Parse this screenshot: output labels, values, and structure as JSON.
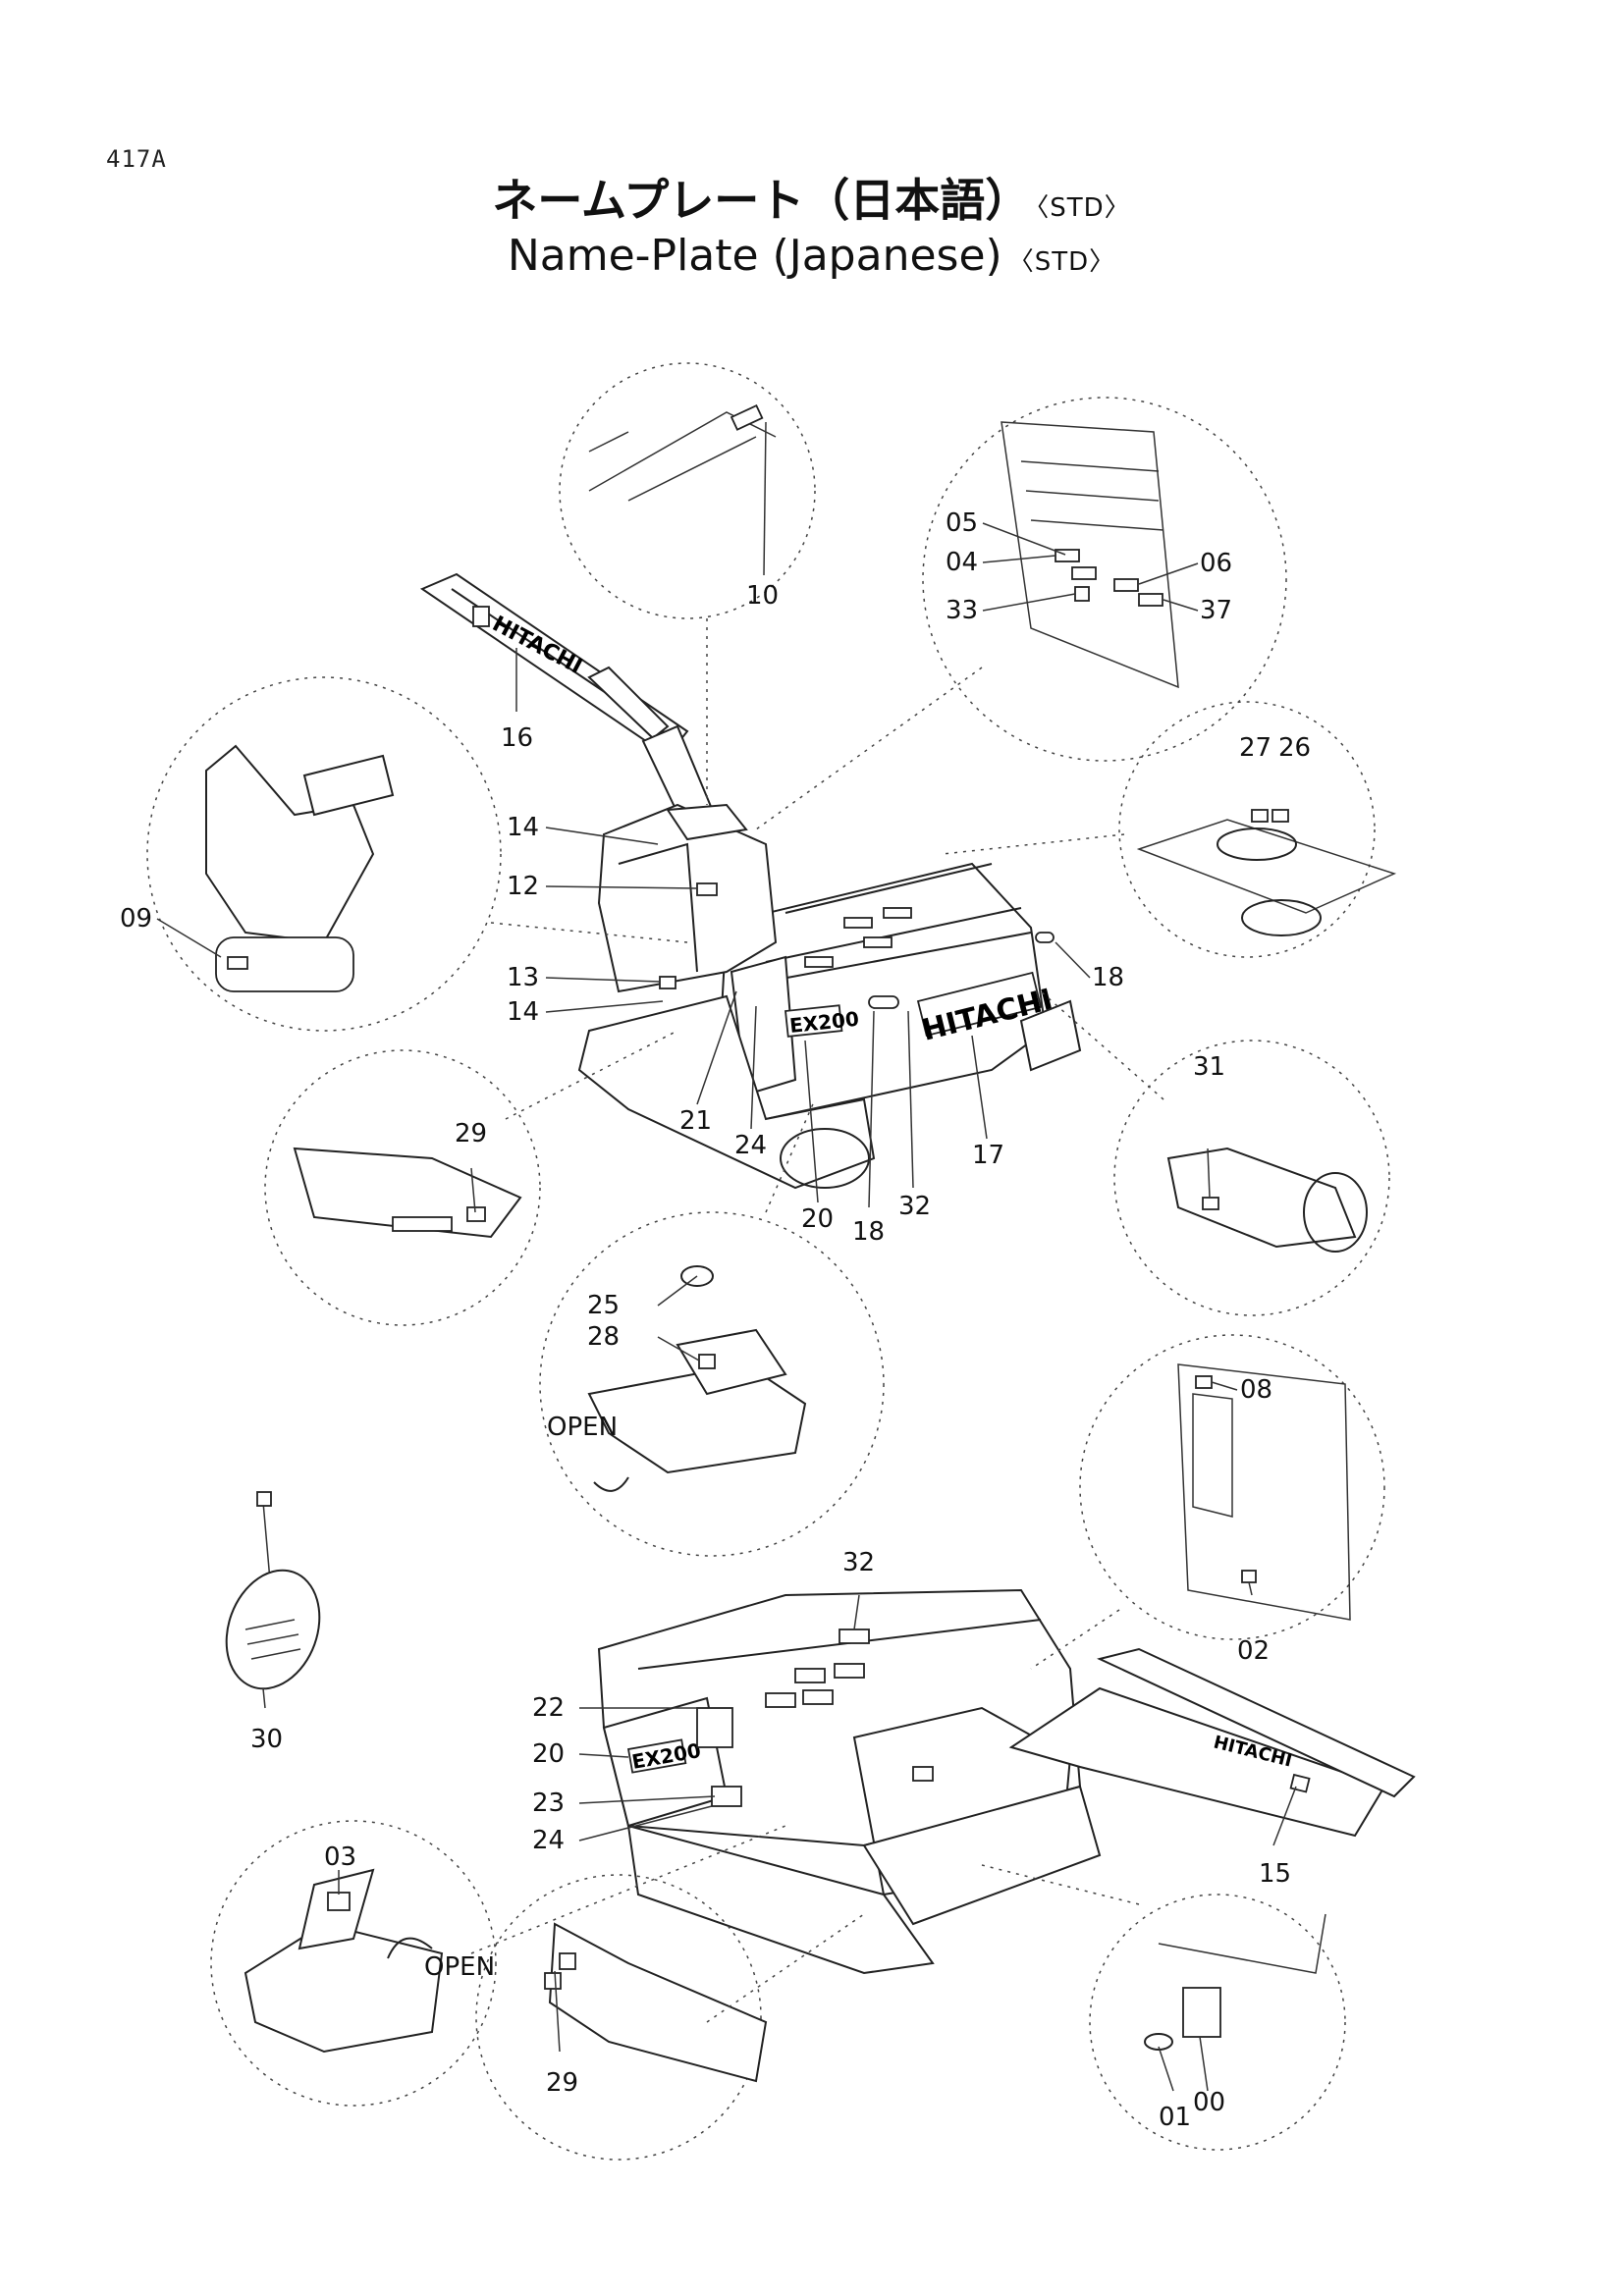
{
  "page_code": "417A",
  "title_jp": "ネームプレート（日本語）",
  "title_en": "Name-Plate (Japanese)",
  "std_tag": "〈STD〉",
  "brand_text": "HITACHI",
  "model_text": "EX200",
  "open_label": "OPEN",
  "callouts": [
    "10",
    "05",
    "04",
    "33",
    "06",
    "37",
    "16",
    "14",
    "12",
    "09",
    "13",
    "14",
    "21",
    "24",
    "20",
    "18",
    "32",
    "17",
    "18",
    "27",
    "26",
    "31",
    "29",
    "25",
    "28",
    "08",
    "02",
    "32",
    "22",
    "20",
    "23",
    "24",
    "15",
    "30",
    "03",
    "29",
    "01",
    "00"
  ]
}
